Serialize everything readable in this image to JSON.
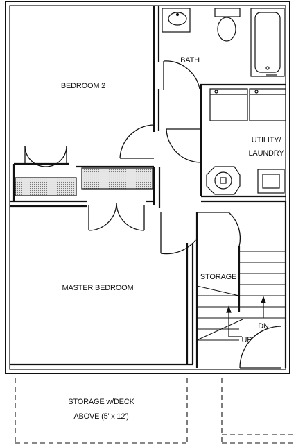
{
  "rooms": {
    "bedroom2": "BEDROOM 2",
    "bath": "BATH",
    "utility_line1": "UTILITY/",
    "utility_line2": "LAUNDRY",
    "master": "MASTER BEDROOM",
    "storage": "STORAGE",
    "storage_deck_line1": "STORAGE w/DECK",
    "storage_deck_line2": "ABOVE (5' x 12')"
  },
  "stairs": {
    "down": "DN",
    "up": "UP"
  },
  "colors": {
    "wall": "#111111",
    "shelf_fill": "#d9d9d9",
    "background": "#ffffff"
  },
  "fixture_icons": [
    "sink-icon",
    "toilet-icon",
    "bathtub-icon",
    "washer-icon",
    "dryer-icon",
    "water-heater-icon",
    "furnace-icon"
  ]
}
